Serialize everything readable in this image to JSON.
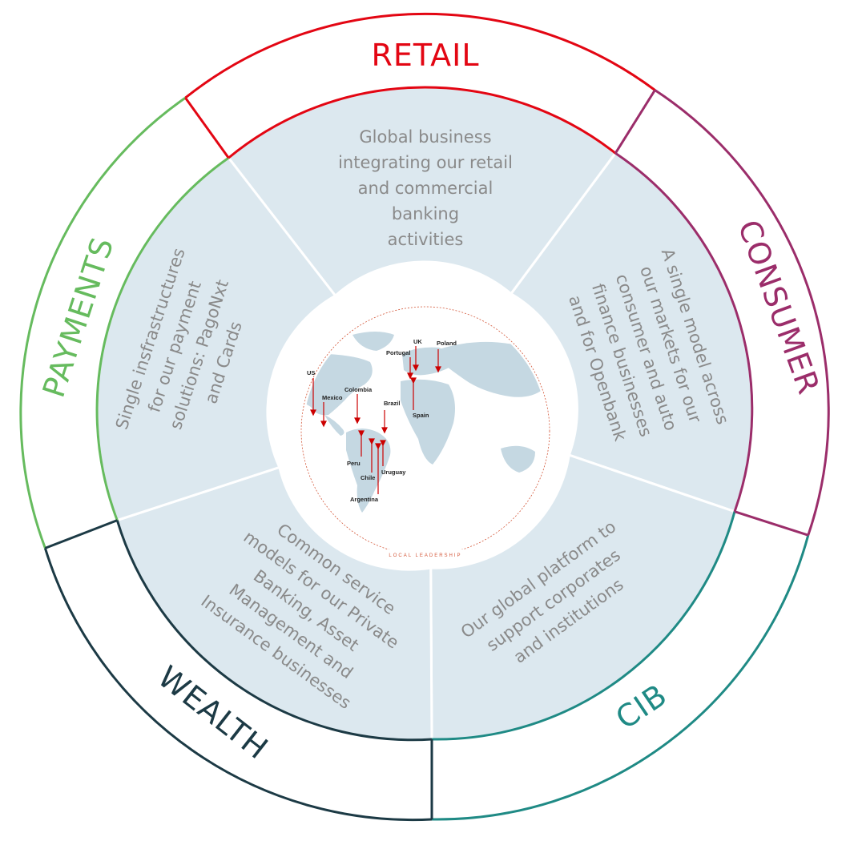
{
  "colors": {
    "retail": "#e30613",
    "consumer": "#9b2d6a",
    "cib": "#1f8a85",
    "wealth": "#1c3a45",
    "payments": "#66bb5e",
    "panel": "#dce8ef",
    "desc_text": "#8a8a8a",
    "pin": "#cc0000",
    "globe": "#c5d8e2"
  },
  "segments": {
    "retail": {
      "label": "RETAIL",
      "description": [
        "Global business",
        "integrating our retail",
        "and commercial",
        "banking",
        "activities"
      ]
    },
    "consumer": {
      "label": "CONSUMER",
      "description": [
        "A single model across",
        "our markets for our",
        "consumer and auto",
        "finance businesses",
        "and for Openbank"
      ]
    },
    "cib": {
      "label": "CIB",
      "description": [
        "Our global platform to",
        "support corporates",
        "and institutions"
      ]
    },
    "wealth": {
      "label": "WEALTH",
      "description": [
        "Common service",
        "models for our Private",
        "Banking, Asset",
        "Management and",
        "Insurance businesses"
      ]
    },
    "payments": {
      "label": "PAYMENTS",
      "description": [
        "Single insfrastructures",
        "for our payment",
        "solutions: PagoNxt",
        "and Cards"
      ]
    }
  },
  "center": {
    "caption": "LOCAL LEADERSHIP",
    "countries": [
      "US",
      "Mexico",
      "Colombia",
      "Brazil",
      "Peru",
      "Chile",
      "Argentina",
      "Uruguay",
      "Portugal",
      "UK",
      "Poland",
      "Spain"
    ]
  }
}
